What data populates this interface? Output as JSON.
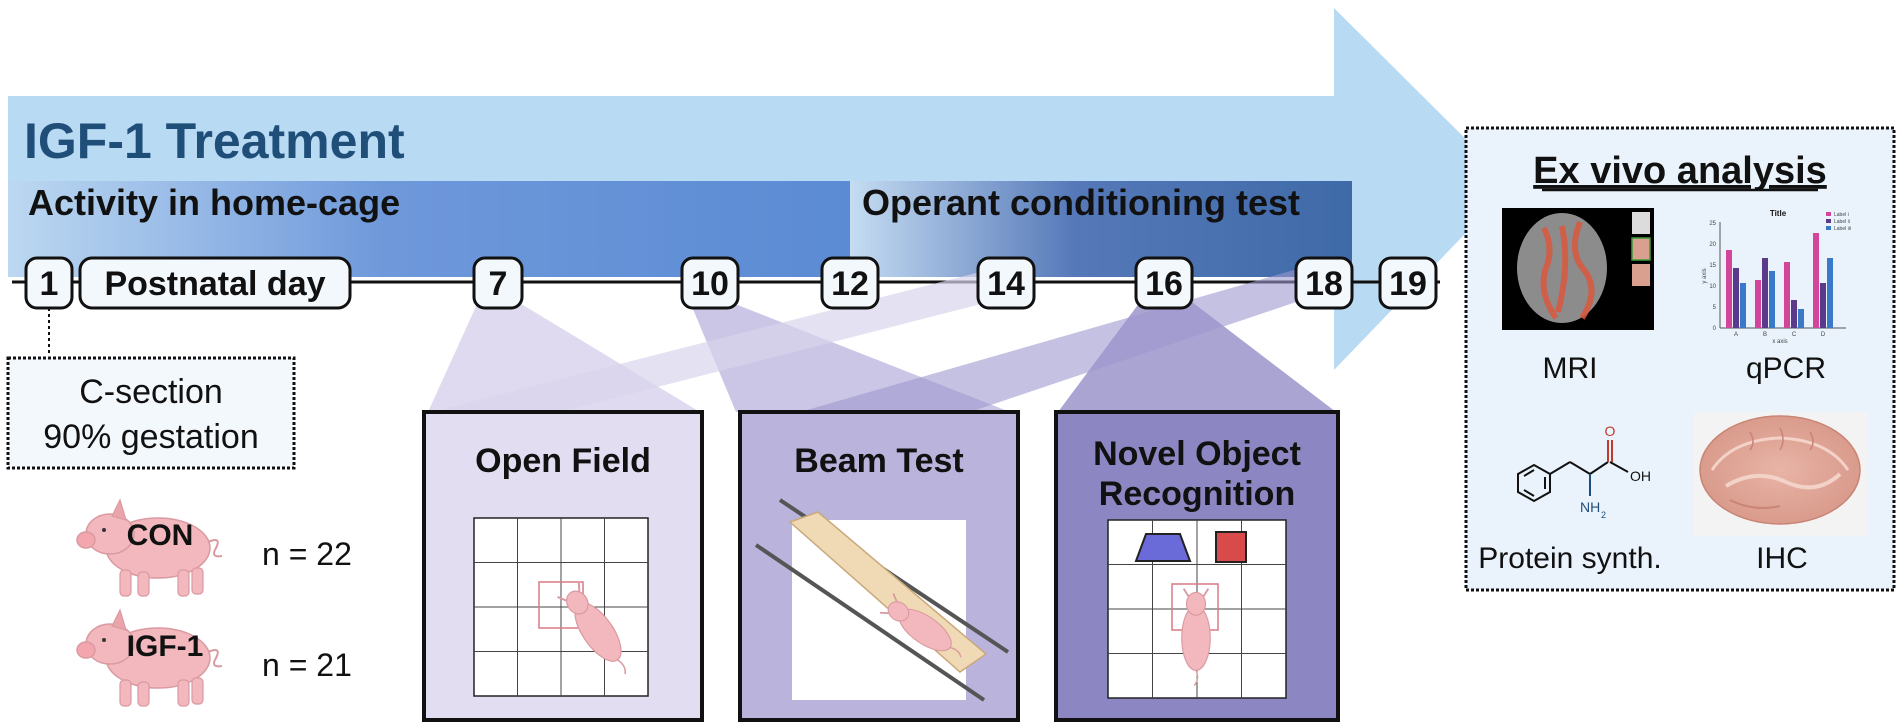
{
  "title": "IGF-1 Treatment",
  "phases": {
    "home_cage": "Activity in home-cage",
    "operant": "Operant conditioning test"
  },
  "timeline": {
    "axis_label": "Postnatal day",
    "days": [
      "1",
      "7",
      "10",
      "12",
      "14",
      "16",
      "18",
      "19"
    ]
  },
  "birth_note": {
    "line1": "C-section",
    "line2": "90% gestation"
  },
  "groups": [
    {
      "name": "CON",
      "n": "n = 22"
    },
    {
      "name": "IGF-1",
      "n": "n = 21"
    }
  ],
  "tests": {
    "open_field": "Open Field",
    "beam": "Beam Test",
    "nor_line1": "Novel Object",
    "nor_line2": "Recognition"
  },
  "ex_vivo": {
    "title": "Ex vivo analysis",
    "items": [
      "MRI",
      "qPCR",
      "Protein synth.",
      "IHC"
    ],
    "chart_title": "Title",
    "chart_xlabel": "x axis",
    "chart_ylabel": "y axis",
    "chart_categories": [
      "A",
      "B",
      "C",
      "D"
    ],
    "chart_yticks": [
      "0",
      "5",
      "10",
      "15",
      "20",
      "25"
    ],
    "chart_legend": [
      "Label i",
      "Label ii",
      "Label iii"
    ],
    "molecule_O": "O",
    "molecule_OH": "OH",
    "molecule_NH2": "NH",
    "molecule_sub": "2"
  },
  "colors": {
    "arrow": "#b9daf3",
    "title": "#1f4e79",
    "band": "#5b8bd4",
    "band_dark": "#3f6aa8",
    "panel1": "#e2ddf1",
    "panel2": "#bab3dc",
    "panel3": "#8c86c2",
    "pig": "#f2b8bd"
  }
}
